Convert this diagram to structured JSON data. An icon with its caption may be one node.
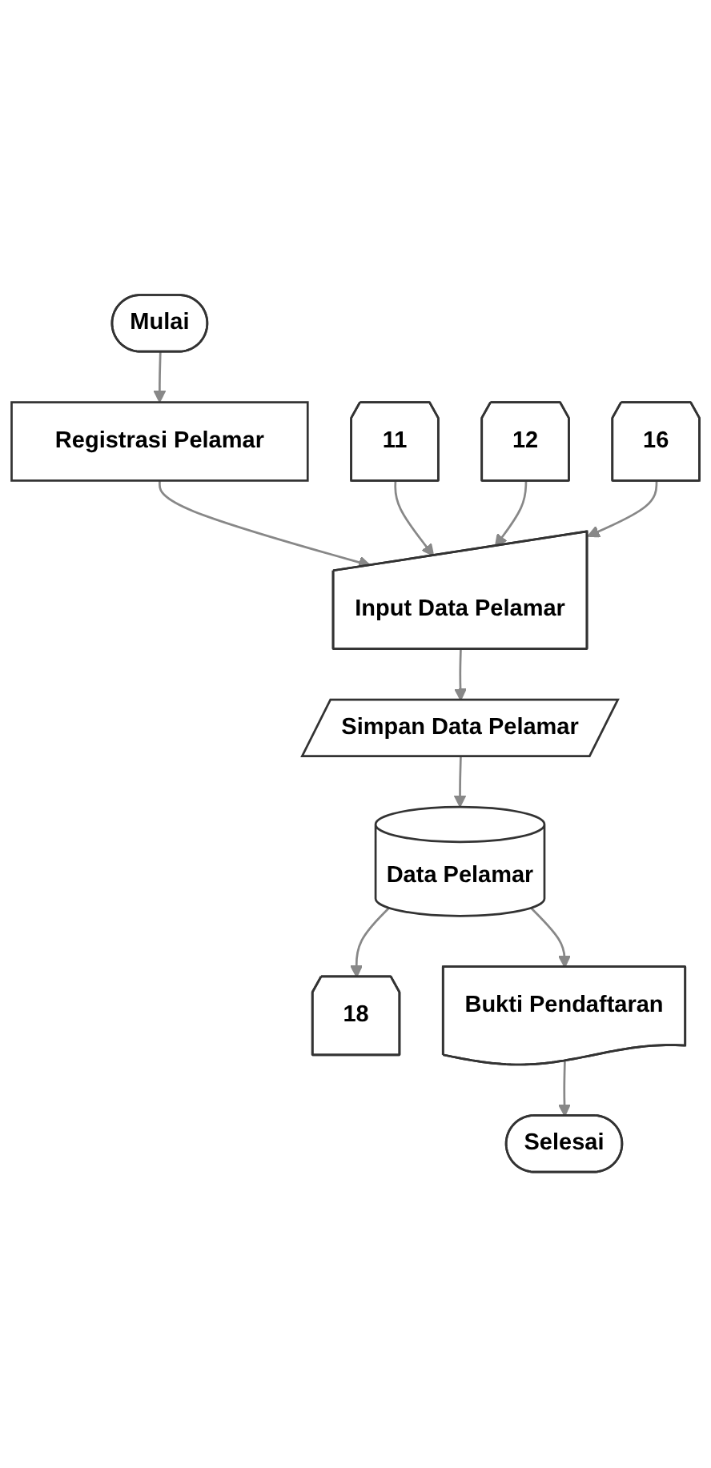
{
  "diagram": {
    "nodes": [
      {
        "text": [
          "Mulai"
        ]
      },
      {
        "text": [
          "Registrasi Pelamar"
        ]
      },
      {
        "text": [
          "11"
        ]
      },
      {
        "text": [
          "16"
        ]
      },
      {
        "text": [
          "Input Data Pelamar"
        ]
      },
      {
        "text": [
          "12"
        ]
      },
      {
        "text": [
          "Simpan Data Pelamar"
        ]
      },
      {
        "text": [
          "Data Pelamar"
        ]
      },
      {
        "text": [
          "18"
        ]
      },
      {
        "text": [
          "Bukti Pendaftaran"
        ]
      },
      {
        "text": [
          "Selesai"
        ]
      }
    ],
    "edges": [
      {
        "from": 0,
        "to": 1,
        "arrow": "to"
      },
      {
        "from": 1,
        "to": 4,
        "arrow": "to"
      },
      {
        "from": 2,
        "to": 4,
        "arrow": "to"
      },
      {
        "from": 5,
        "to": 4,
        "arrow": "to"
      },
      {
        "from": 3,
        "to": 4,
        "arrow": "to"
      },
      {
        "from": 4,
        "to": 6,
        "arrow": "to"
      },
      {
        "from": 6,
        "to": 7,
        "arrow": "to"
      },
      {
        "from": 7,
        "to": 8,
        "arrow": "to"
      },
      {
        "from": 7,
        "to": 9,
        "arrow": "to"
      },
      {
        "from": 9,
        "to": 10,
        "arrow": "to"
      }
    ]
  }
}
